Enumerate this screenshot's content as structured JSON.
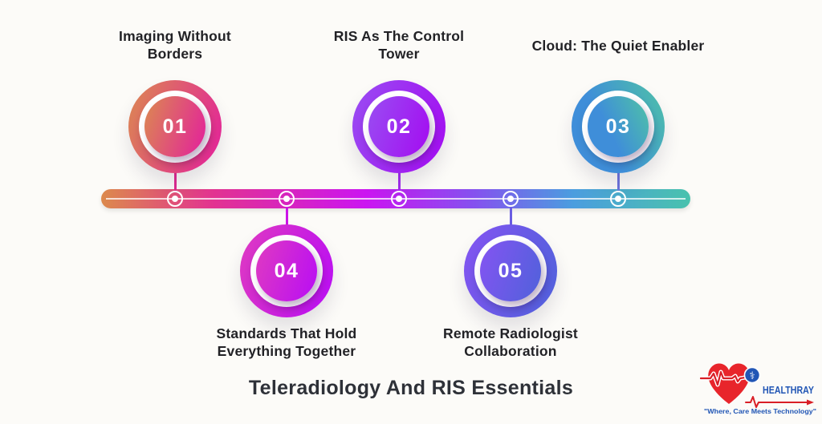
{
  "title": "Teleradiology And RIS Essentials",
  "milestones": [
    {
      "number": "01",
      "label": "Imaging Without Borders",
      "side": "top",
      "gradient_start": "#dc8355",
      "gradient_end": "#e22c93",
      "connector_color": "#e02a90"
    },
    {
      "number": "02",
      "label": "RIS As The Control Tower",
      "side": "top",
      "gradient_start": "#9a48f2",
      "gradient_end": "#a312f1",
      "connector_color": "#a32df0"
    },
    {
      "number": "03",
      "label": "Cloud: The Quiet Enabler",
      "side": "top",
      "gradient_start": "#3f8ed9",
      "gradient_end": "#4fc3a6",
      "connector_color": "#6d74dc"
    },
    {
      "number": "04",
      "label": "Standards That Hold Everything Together",
      "side": "bottom",
      "gradient_start": "#dd38c4",
      "gradient_end": "#bd12ef",
      "connector_color": "#cc14e8"
    },
    {
      "number": "05",
      "label": "Remote Radiologist Collaboration",
      "side": "bottom",
      "gradient_start": "#8055f0",
      "gradient_end": "#5560dd",
      "connector_color": "#6a5de2"
    }
  ],
  "timeline": {
    "gradient_stops": [
      "#dc8a4c",
      "#e23390",
      "#cb15f1",
      "#8650ef",
      "#4b9ddf",
      "#49c2ad"
    ],
    "marker_count": 5
  },
  "logo": {
    "brand": "HEALTHRAY",
    "tagline": "\"Where, Care Meets Technology\"",
    "brand_color": "#2156b5",
    "heart_color": "#e8252b",
    "caduceus_glyph": "⚕"
  },
  "background_color": "#fcfbf8"
}
